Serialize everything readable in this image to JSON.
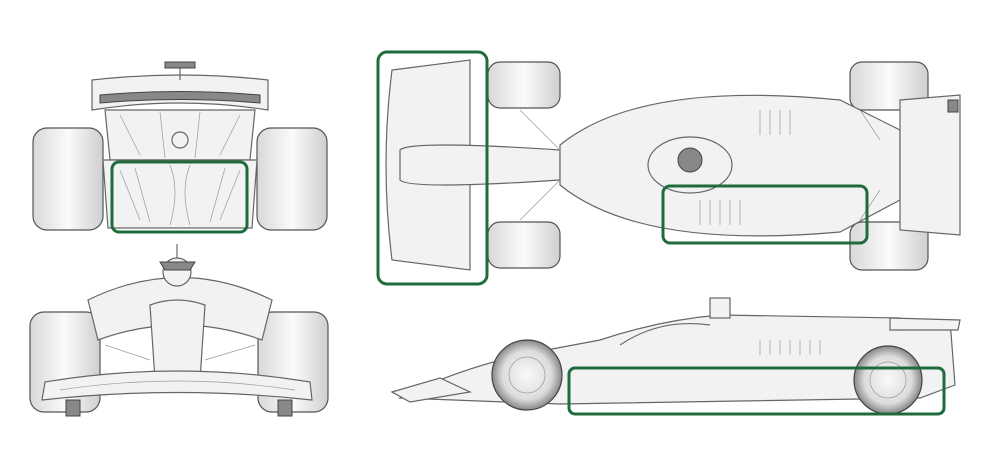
{
  "colors": {
    "highlight": "#1e6b3c",
    "line": "#6a6a6a",
    "background": "#ffffff"
  },
  "views": [
    {
      "id": "rear",
      "highlight": "diffuser"
    },
    {
      "id": "front",
      "highlight": null
    },
    {
      "id": "top",
      "highlight": [
        "front-wing",
        "sidepod-floor"
      ]
    },
    {
      "id": "side",
      "highlight": "floor"
    }
  ]
}
